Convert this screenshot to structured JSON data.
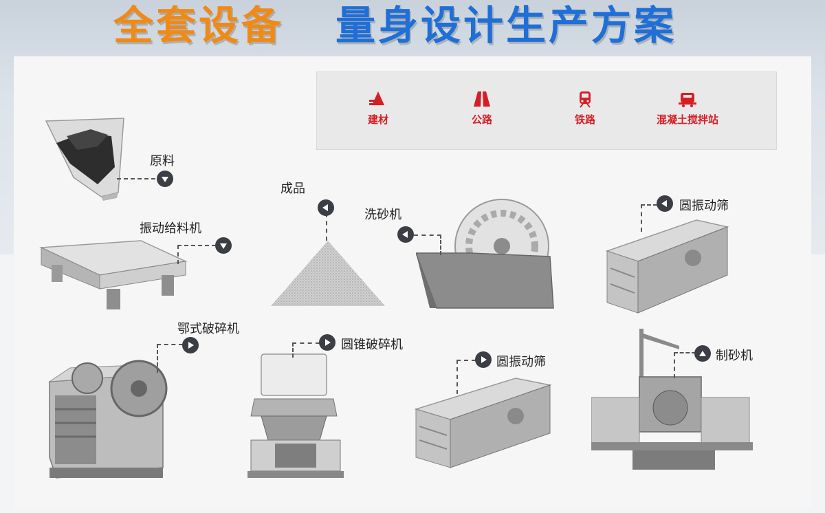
{
  "header": {
    "title_left": "全套设备",
    "title_right": "量身设计生产方案",
    "colors": {
      "orange": "#f08a16",
      "blue": "#1f6fd6"
    }
  },
  "categories": [
    {
      "label": "建材",
      "icon": "building-materials-icon"
    },
    {
      "label": "公路",
      "icon": "highway-icon"
    },
    {
      "label": "铁路",
      "icon": "train-icon"
    },
    {
      "label": "混凝土搅拌站",
      "icon": "concrete-mixer-icon"
    }
  ],
  "accent_color": "#d61e26",
  "machines": {
    "raw_material": "原料",
    "vibrating_feeder": "振动给料机",
    "jaw_crusher": "鄂式破碎机",
    "cone_crusher": "圆锥破碎机",
    "vibrating_screen_lower": "圆振动筛",
    "sand_maker": "制砂机",
    "vibrating_screen_upper": "圆振动筛",
    "sand_washer": "洗砂机",
    "finished_product": "成品"
  }
}
